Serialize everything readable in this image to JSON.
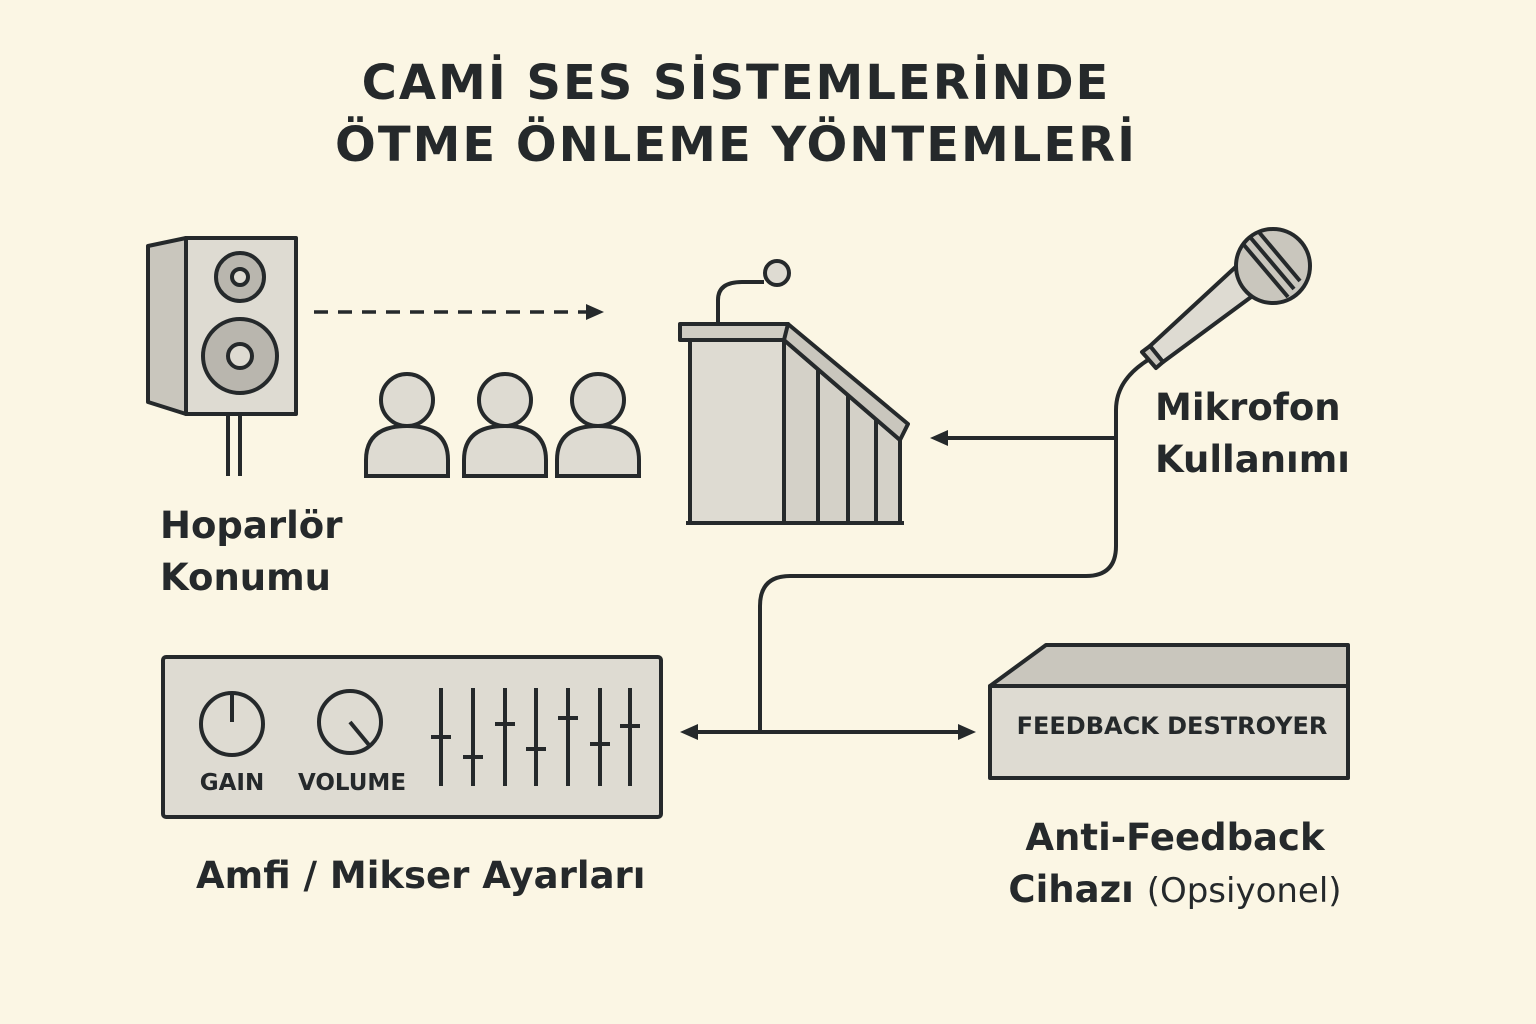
{
  "title": {
    "line1": "CAMİ SES SİSTEMLERİNDE",
    "line2": "ÖTME ÖNLEME YÖNTEMLERİ"
  },
  "labels": {
    "speaker": {
      "line1": "Hoparlör",
      "line2": "Konumu"
    },
    "microphone": {
      "line1": "Mikrofon",
      "line2": "Kullanımı"
    },
    "mixer": "Amfi / Mikser Ayarları",
    "anti_feedback": {
      "line1": "Anti-Feedback",
      "line2_main": "Cihazı",
      "line2_note": "(Opsiyonel)"
    }
  },
  "mixer_panel": {
    "gain_label": "GAIN",
    "volume_label": "VOLUME"
  },
  "feedback_device": {
    "label": "FEEDBACK DESTROYER"
  },
  "icons": [
    "speaker-icon",
    "audience-icon",
    "pulpit-icon",
    "microphone-icon",
    "mixer-icon",
    "feedback-destroyer-icon"
  ],
  "colors": {
    "background": "#fbf6e4",
    "stroke": "#25292b",
    "fill": "#dedbd2",
    "fill_dark": "#b9b6ae"
  }
}
